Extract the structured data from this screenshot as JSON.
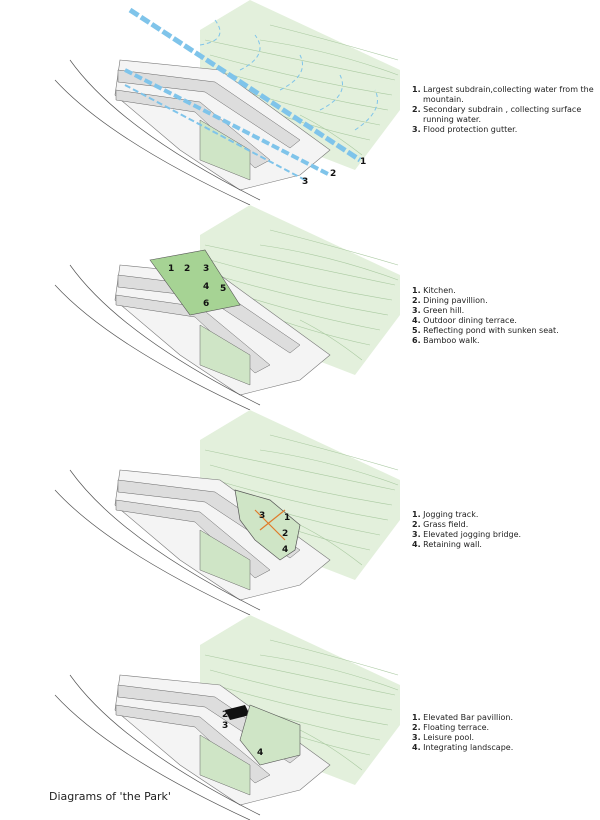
{
  "caption": "Diagrams of 'the Park'",
  "colors": {
    "hill": "#e3f0dc",
    "contour": "#a9c9a0",
    "arrow": "#7fc4ea",
    "green": "#a6d394",
    "track": "#e07b2a"
  },
  "panels": [
    {
      "markers": [
        "1",
        "2",
        "3"
      ],
      "legend": [
        {
          "n": "1.",
          "t": "Largest subdrain,collecting water from the mountain."
        },
        {
          "n": "2.",
          "t": "Secondary subdrain , collecting surface running water."
        },
        {
          "n": "3.",
          "t": "Flood protection gutter."
        }
      ]
    },
    {
      "markers": [
        "1",
        "2",
        "3",
        "4",
        "5",
        "6"
      ],
      "legend": [
        {
          "n": "1.",
          "t": "Kitchen."
        },
        {
          "n": "2.",
          "t": "Dining pavillion."
        },
        {
          "n": "3.",
          "t": "Green hill."
        },
        {
          "n": "4.",
          "t": "Outdoor dining  terrace."
        },
        {
          "n": "5.",
          "t": "Reflecting pond with sunken seat."
        },
        {
          "n": "6.",
          "t": "Bamboo walk."
        }
      ]
    },
    {
      "markers": [
        "1",
        "2",
        "3",
        "4"
      ],
      "legend": [
        {
          "n": "1.",
          "t": "Jogging track."
        },
        {
          "n": "2.",
          "t": "Grass field."
        },
        {
          "n": "3.",
          "t": "Elevated jogging bridge."
        },
        {
          "n": "4.",
          "t": "Retaining wall."
        }
      ]
    },
    {
      "markers": [
        "1",
        "2",
        "3",
        "4"
      ],
      "legend": [
        {
          "n": "1.",
          "t": "Elevated Bar pavillion."
        },
        {
          "n": "2.",
          "t": "Floating terrace."
        },
        {
          "n": "3.",
          "t": "Leisure pool."
        },
        {
          "n": "4.",
          "t": "Integrating landscape."
        }
      ]
    }
  ]
}
